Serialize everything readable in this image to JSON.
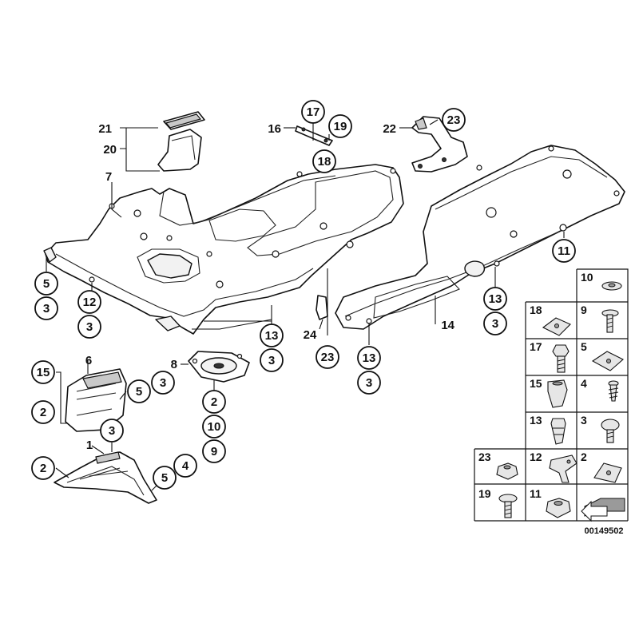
{
  "diagram": {
    "catalog_number": "00149502",
    "callouts": {
      "c5a": "5",
      "c3a": "3",
      "c12": "12",
      "c3b": "3",
      "c13a": "13",
      "c3c": "3",
      "c23a": "23",
      "c13b": "13",
      "c3d": "3",
      "c13c": "13",
      "c3e": "3",
      "c11": "11",
      "c17": "17",
      "c19": "19",
      "c18": "18",
      "c23b": "23",
      "c15": "15",
      "c2a": "2",
      "c5b": "5",
      "c3f": "3",
      "c3g": "3",
      "c2b": "2",
      "c5c": "5",
      "c4": "4",
      "c2c": "2",
      "c10": "10",
      "c9": "9"
    },
    "labels": {
      "l21": "21",
      "l20": "20",
      "l7": "7",
      "l16": "16",
      "l22": "22",
      "l14": "14",
      "l24": "24",
      "l8": "8",
      "l6": "6",
      "l1": "1"
    },
    "grid": {
      "r1a": "10",
      "r2a": "18",
      "r2b": "9",
      "r3a": "17",
      "r3b": "5",
      "r4a": "15",
      "r4b": "4",
      "r5a": "13",
      "r5b": "3",
      "r6a": "23",
      "r6b": "12",
      "r6c": "2",
      "r7a": "19",
      "r7b": "11"
    }
  }
}
